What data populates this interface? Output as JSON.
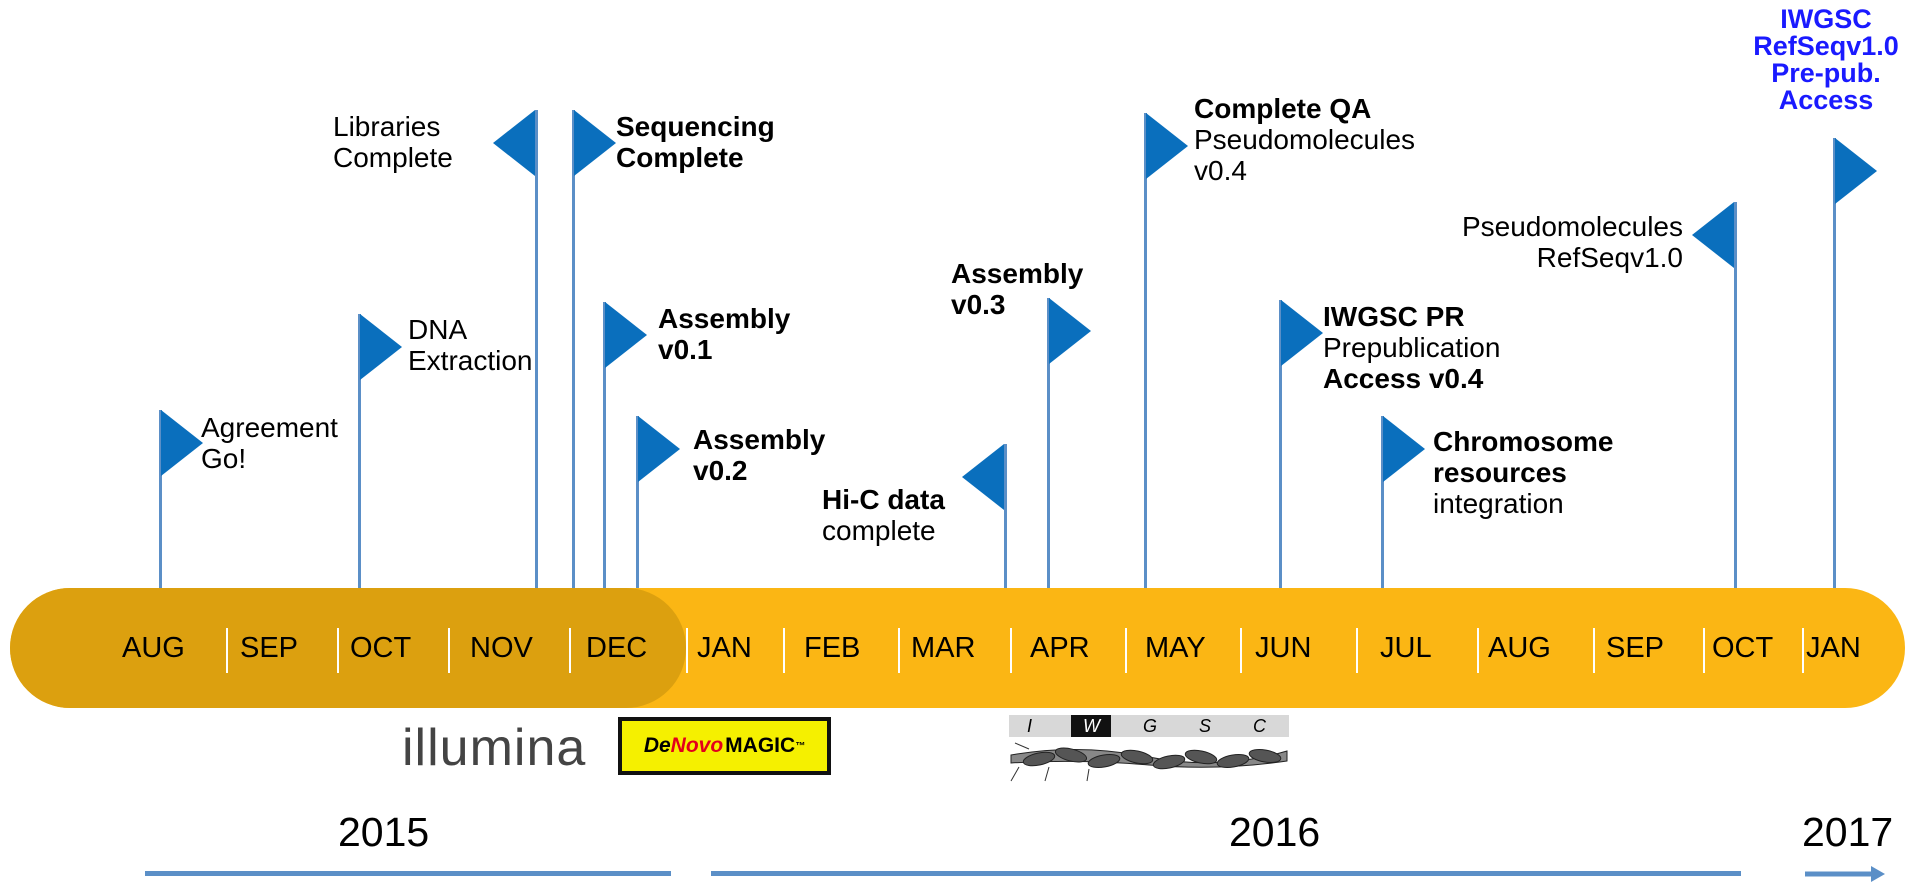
{
  "months": [
    "AUG",
    "SEP",
    "OCT",
    "NOV",
    "DEC",
    "JAN",
    "FEB",
    "MAR",
    "APR",
    "MAY",
    "JUN",
    "JUL",
    "AUG",
    "SEP",
    "OCT",
    "JAN"
  ],
  "milestones": {
    "agreement": {
      "line1": "Agreement",
      "line2": "Go!"
    },
    "dna_extraction": {
      "line1": "DNA",
      "line2": "Extraction"
    },
    "libraries_complete": {
      "line1": "Libraries",
      "line2": "Complete"
    },
    "sequencing_complete": {
      "line1": "Sequencing",
      "line2": "Complete"
    },
    "assembly_v01": {
      "line1": "Assembly",
      "line2": "v0.1"
    },
    "assembly_v02": {
      "line1": "Assembly",
      "line2": "v0.2"
    },
    "hic_data": {
      "line1": "Hi-C data",
      "line2": "complete"
    },
    "assembly_v03": {
      "line1": "Assembly",
      "line2": "v0.3"
    },
    "complete_qa": {
      "line1": "Complete QA",
      "line2": "Pseudomolecules",
      "line3": "v0.4"
    },
    "iwgsc_pr": {
      "line1": "IWGSC PR",
      "line2": "Prepublication",
      "line3": "Access v0.4"
    },
    "chromosome_resources": {
      "line1": "Chromosome",
      "line2": "resources",
      "line3": "integration"
    },
    "pseudomolecules_refseq": {
      "line1": "Pseudomolecules",
      "line2": "RefSeqv1.0"
    },
    "refseq_prepub": {
      "line1": "IWGSC",
      "line2": "RefSeqv1.0",
      "line3": "Pre-pub.",
      "line4": "Access"
    }
  },
  "logos": {
    "illumina": "illumina",
    "denovo_a": "De",
    "denovo_b": "Novo",
    "denovo_c": "MAGIC",
    "denovo_tm": "™",
    "iwgsc_letters": [
      "I",
      "W",
      "G",
      "S",
      "C"
    ]
  },
  "years": [
    "2015",
    "2016",
    "2017"
  ],
  "colors": {
    "bar_2015": "#dca00f",
    "bar_2016": "#fbb614",
    "flag": "#0a6fbd",
    "pole": "#5b8fc7",
    "prepub_text": "#1a1aff"
  }
}
